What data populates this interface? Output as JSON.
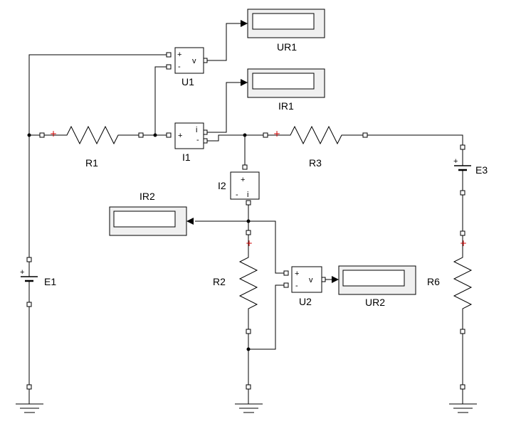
{
  "labels": {
    "ur1": "UR1",
    "ir1": "IR1",
    "ir2": "IR2",
    "ur2": "UR2",
    "u1": "U1",
    "u2": "U2",
    "i1": "I1",
    "i2": "I2",
    "r1": "R1",
    "r2": "R2",
    "r3": "R3",
    "r6": "R6",
    "e1": "E1",
    "e3": "E3"
  },
  "symbols": {
    "plus": "+",
    "minus": "-",
    "v": "v",
    "i": "i"
  }
}
